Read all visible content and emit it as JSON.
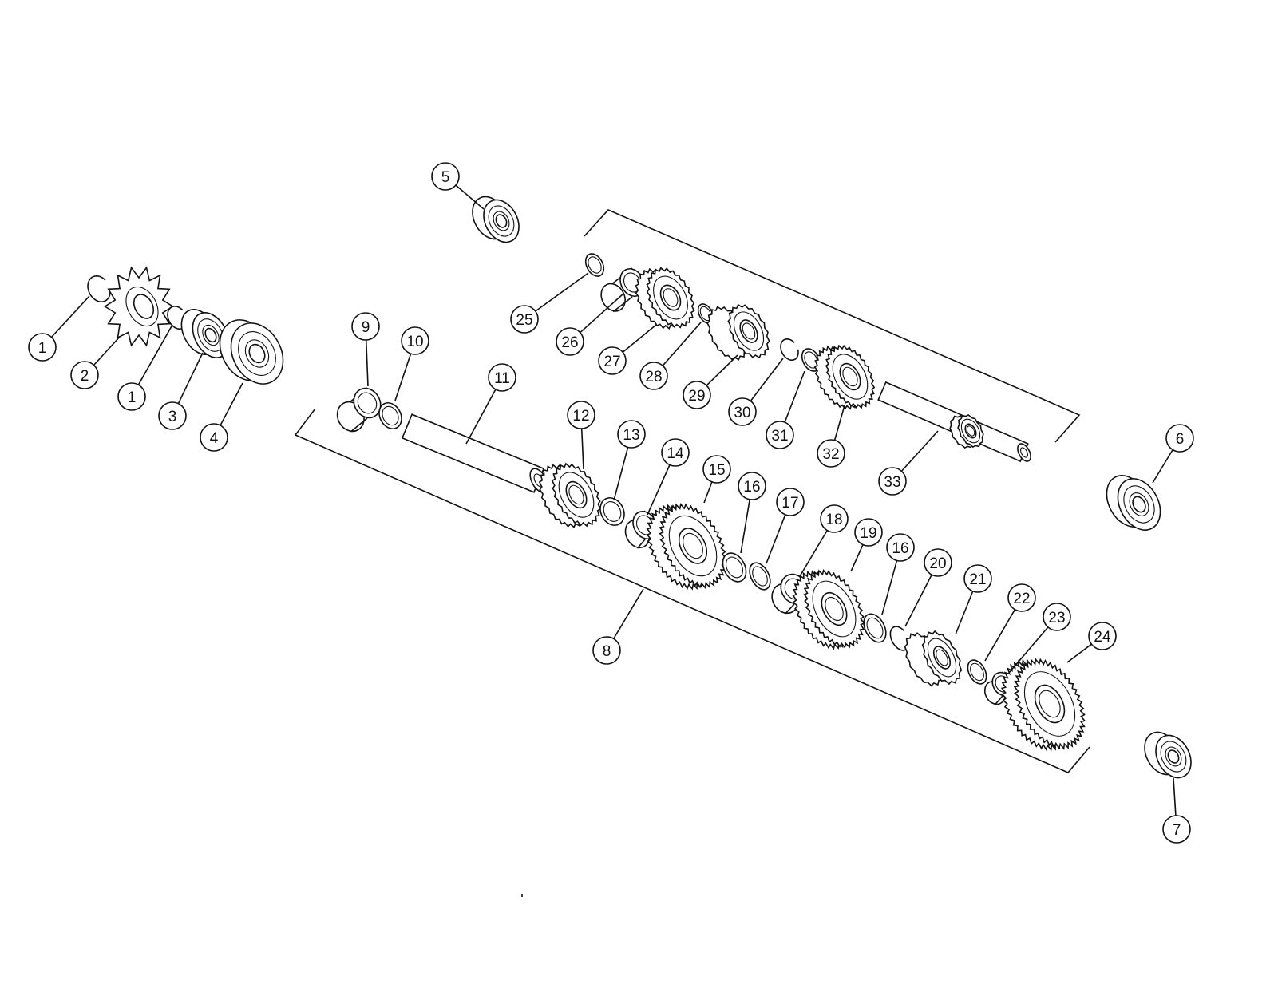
{
  "diagram": {
    "title": "",
    "callouts": [
      {
        "id": "c1a",
        "label": "1"
      },
      {
        "id": "c2",
        "label": "2"
      },
      {
        "id": "c1b",
        "label": "1"
      },
      {
        "id": "c3",
        "label": "3"
      },
      {
        "id": "c4",
        "label": "4"
      },
      {
        "id": "c5",
        "label": "5"
      },
      {
        "id": "c6",
        "label": "6"
      },
      {
        "id": "c7",
        "label": "7"
      },
      {
        "id": "c8",
        "label": "8"
      },
      {
        "id": "c9",
        "label": "9"
      },
      {
        "id": "c10",
        "label": "10"
      },
      {
        "id": "c11",
        "label": "11"
      },
      {
        "id": "c12",
        "label": "12"
      },
      {
        "id": "c13",
        "label": "13"
      },
      {
        "id": "c14",
        "label": "14"
      },
      {
        "id": "c15",
        "label": "15"
      },
      {
        "id": "c16a",
        "label": "16"
      },
      {
        "id": "c17",
        "label": "17"
      },
      {
        "id": "c18",
        "label": "18"
      },
      {
        "id": "c19",
        "label": "19"
      },
      {
        "id": "c16b",
        "label": "16"
      },
      {
        "id": "c20",
        "label": "20"
      },
      {
        "id": "c21",
        "label": "21"
      },
      {
        "id": "c22",
        "label": "22"
      },
      {
        "id": "c23",
        "label": "23"
      },
      {
        "id": "c24",
        "label": "24"
      },
      {
        "id": "c25",
        "label": "25"
      },
      {
        "id": "c26",
        "label": "26"
      },
      {
        "id": "c27",
        "label": "27"
      },
      {
        "id": "c28",
        "label": "28"
      },
      {
        "id": "c29",
        "label": "29"
      },
      {
        "id": "c30",
        "label": "30"
      },
      {
        "id": "c31",
        "label": "31"
      },
      {
        "id": "c32",
        "label": "32"
      },
      {
        "id": "c33",
        "label": "33"
      }
    ]
  }
}
